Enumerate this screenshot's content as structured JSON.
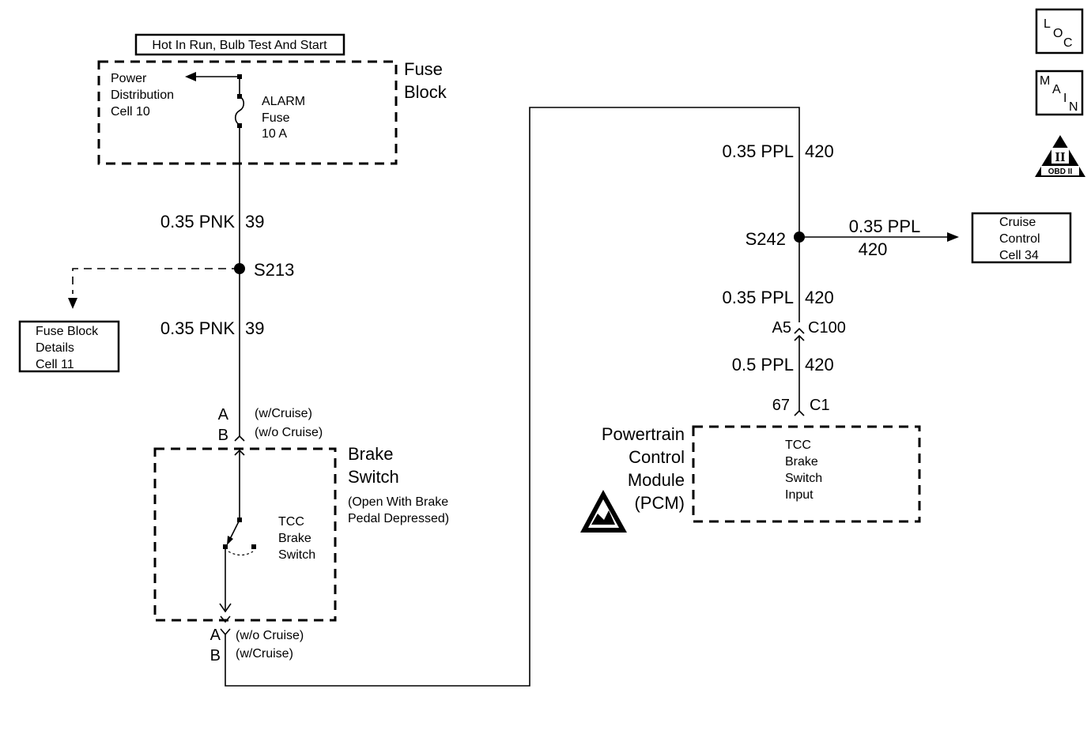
{
  "header_label": "Hot In Run, Bulb Test And Start",
  "fuse_block": {
    "title_line1": "Fuse",
    "title_line2": "Block",
    "power_dist_line1": "Power",
    "power_dist_line2": "Distribution",
    "power_dist_line3": "Cell 10",
    "fuse_name": "ALARM",
    "fuse_word": "Fuse",
    "fuse_rating": "10 A"
  },
  "wires": {
    "w1_gauge": "0.35 PNK",
    "w1_circuit": "39",
    "w2_gauge": "0.35 PNK",
    "w2_circuit": "39",
    "r1_gauge": "0.35 PPL",
    "r1_circuit": "420",
    "branch_gauge": "0.35 PPL",
    "branch_circuit": "420",
    "r2_gauge": "0.35 PPL",
    "r2_circuit": "420",
    "r3_gauge": "0.5 PPL",
    "r3_circuit": "420"
  },
  "splices": {
    "s213": "S213",
    "s242": "S242"
  },
  "fuse_block_details": {
    "line1": "Fuse Block",
    "line2": "Details",
    "line3": "Cell 11"
  },
  "cruise_control": {
    "line1": "Cruise",
    "line2": "Control",
    "line3": "Cell 34"
  },
  "brake_switch": {
    "top_pin_a": "A",
    "top_pin_b": "B",
    "top_note_a": "(w/Cruise)",
    "top_note_b": "(w/o Cruise)",
    "title_line1": "Brake",
    "title_line2": "Switch",
    "note_line1": "(Open With Brake",
    "note_line2": "Pedal Depressed)",
    "inner_line1": "TCC",
    "inner_line2": "Brake",
    "inner_line3": "Switch",
    "bottom_pin_a": "A",
    "bottom_pin_b": "B",
    "bottom_note_a": "(w/o Cruise)",
    "bottom_note_b": "(w/Cruise)"
  },
  "connectors": {
    "c100_pin": "A5",
    "c100_name": "C100",
    "c1_pin": "67",
    "c1_name": "C1"
  },
  "pcm": {
    "title_line1": "Powertrain",
    "title_line2": "Control",
    "title_line3": "Module",
    "title_line4": "(PCM)",
    "inner_line1": "TCC",
    "inner_line2": "Brake",
    "inner_line3": "Switch",
    "inner_line4": "Input"
  },
  "side_icons": {
    "loc_l": "L",
    "loc_o": "O",
    "loc_c": "C",
    "main_m": "M",
    "main_a": "A",
    "main_i": "I",
    "main_n": "N",
    "obd_numeral": "II",
    "obd_label": "OBD II"
  }
}
